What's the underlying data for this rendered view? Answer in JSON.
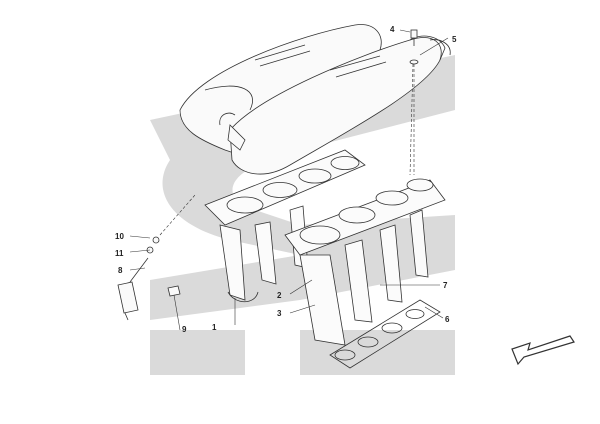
{
  "diagram": {
    "watermark_color": "#d9d9d9",
    "line_color": "#333333",
    "callouts": [
      {
        "id": "c1",
        "label": "1"
      },
      {
        "id": "c2",
        "label": "2"
      },
      {
        "id": "c3",
        "label": "3"
      },
      {
        "id": "c4",
        "label": "4"
      },
      {
        "id": "c5",
        "label": "5"
      },
      {
        "id": "c6",
        "label": "6"
      },
      {
        "id": "c7",
        "label": "7"
      },
      {
        "id": "c8",
        "label": "8"
      },
      {
        "id": "c9",
        "label": "9"
      },
      {
        "id": "c10",
        "label": "10"
      },
      {
        "id": "c11",
        "label": "11"
      }
    ],
    "direction_arrow_icon": "outline-arrow-icon"
  }
}
